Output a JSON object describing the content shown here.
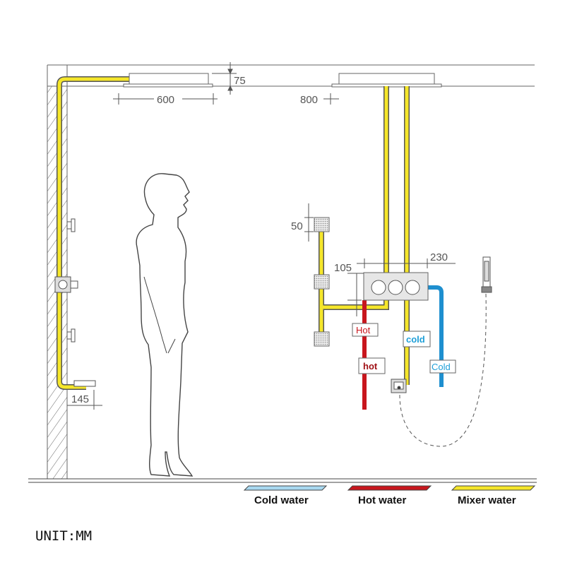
{
  "dimensions": {
    "ceiling_drop": "75",
    "left_head_width": "600",
    "right_head_width": "800",
    "body_jet_size": "50",
    "valve_height": "105",
    "valve_width": "230",
    "spout_depth": "145"
  },
  "pipe_labels": {
    "hot_upper": "Hot",
    "hot_lower": "hot",
    "cold_mixer": "cold",
    "cold_supply": "Cold"
  },
  "legend": [
    {
      "label": "Cold water",
      "color": "#a8d8f0"
    },
    {
      "label": "Hot water",
      "color": "#c8161d"
    },
    {
      "label": "Mixer water",
      "color": "#f5e62a"
    }
  ],
  "unit_note": "UNIT:MM",
  "colors": {
    "mixer": "#f5e62a",
    "hot": "#c8161d",
    "cold": "#1e8fcf",
    "line": "#555555"
  }
}
